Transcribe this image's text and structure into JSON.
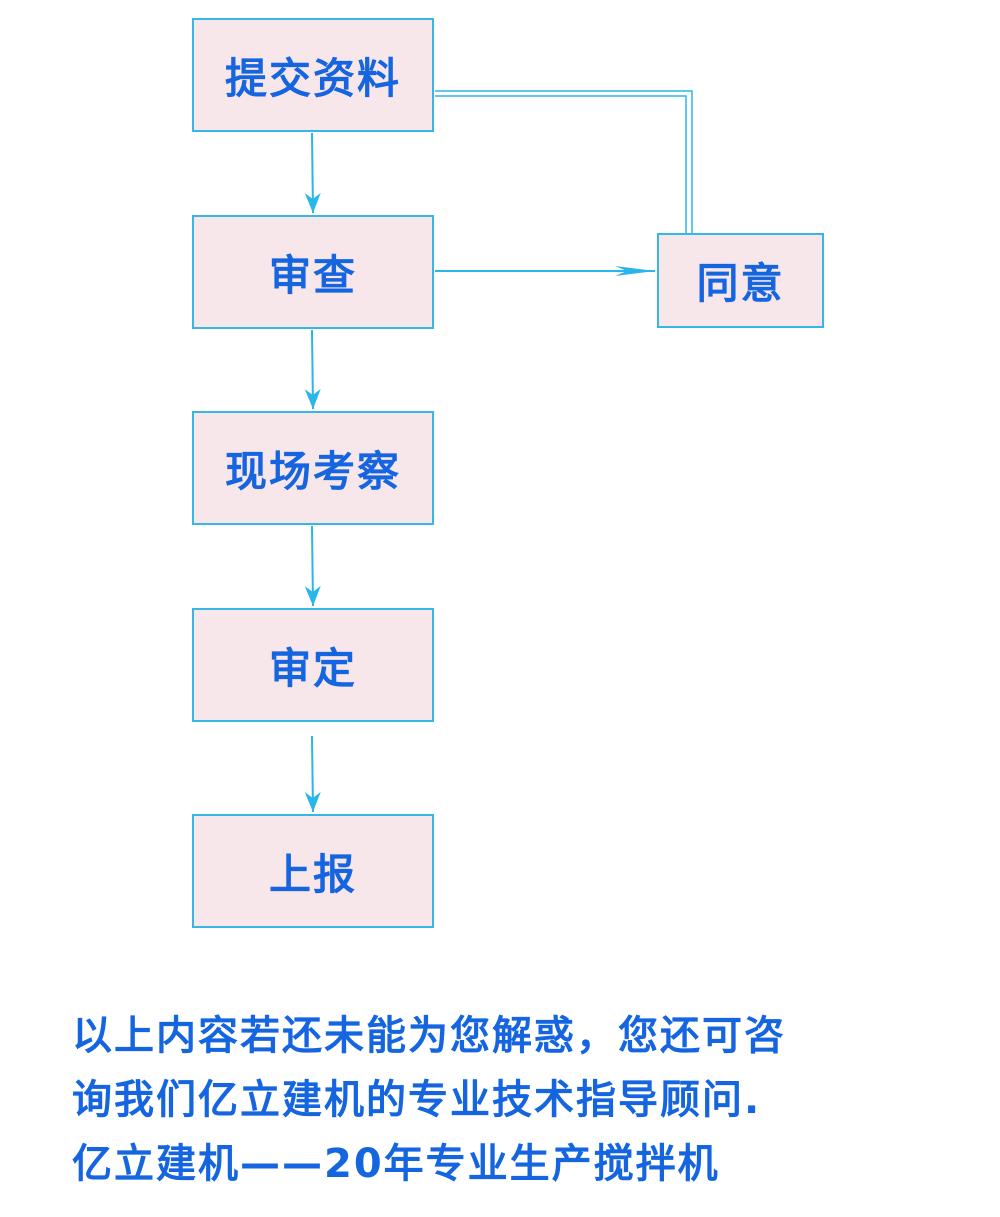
{
  "diagram": {
    "nodes": {
      "submit": "提交资料",
      "review": "审查",
      "site_inspection": "现场考察",
      "approve": "审定",
      "report": "上报",
      "agree": "同意"
    },
    "colors": {
      "node_fill": "#f7e6ea",
      "node_border": "#35b8e6",
      "text": "#1565e0",
      "edge": "#29b6e8"
    }
  },
  "caption": {
    "line1": "以上内容若还未能为您解惑，您还可咨",
    "line2": "询我们亿立建机的专业技术指导顾问.",
    "line3": "亿立建机——20年专业生产搅拌机"
  }
}
